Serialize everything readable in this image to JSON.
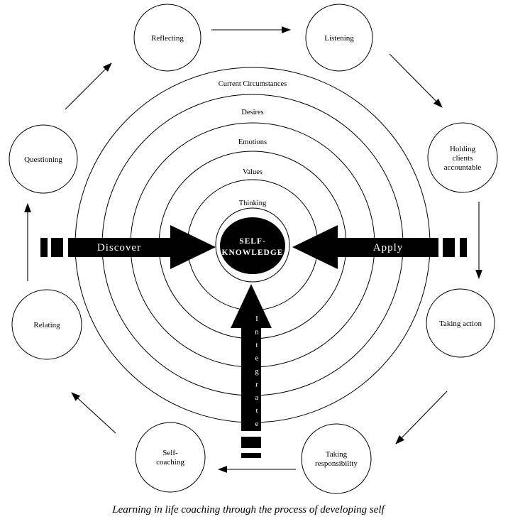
{
  "diagram": {
    "caption": "Learning in life coaching through the process of developing self",
    "center_circle": {
      "line1": "SELF-",
      "line2": "KNOWLEDGE"
    },
    "ring_labels": [
      "Current Circumstances",
      "Desires",
      "Emotions",
      "Values",
      "Thinking"
    ],
    "outer_circles": {
      "reflecting": {
        "lines": [
          "Reflecting"
        ]
      },
      "listening": {
        "lines": [
          "Listening"
        ]
      },
      "holding_clients_accountable": {
        "lines": [
          "Holding",
          "clients",
          "accountable"
        ]
      },
      "taking_action": {
        "lines": [
          "Taking action"
        ]
      },
      "taking_responsibility": {
        "lines": [
          "Taking",
          "responsibility"
        ]
      },
      "self_coaching": {
        "lines": [
          "Self-",
          "coaching"
        ]
      },
      "relating": {
        "lines": [
          "Relating"
        ]
      },
      "questioning": {
        "lines": [
          "Questioning"
        ]
      }
    },
    "process_arrows": {
      "discover": "Discover",
      "apply": "Apply",
      "integrate": "Integrate"
    },
    "colors": {
      "ink": "#000000",
      "background": "#ffffff"
    }
  }
}
